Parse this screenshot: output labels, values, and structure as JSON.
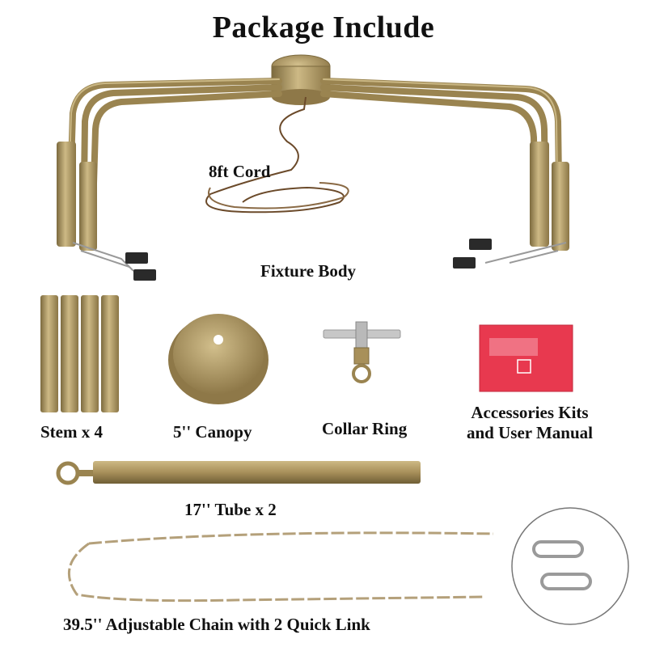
{
  "title": "Package Include",
  "labels": {
    "cord": "8ft Cord",
    "fixture_body": "Fixture Body",
    "stem": "Stem x 4",
    "canopy": "5'' Canopy",
    "collar_ring": "Collar Ring",
    "accessories_line1": "Accessories Kits",
    "accessories_line2": "and User Manual",
    "tube": "17'' Tube x 2",
    "chain": "39.5'' Adjustable Chain with 2 Quick Link"
  },
  "colors": {
    "brass": "#a8905a",
    "brass_dark": "#7c6a3e",
    "brass_light": "#cdb985",
    "socket": "#2a2a2a",
    "bag": "#e8394f"
  }
}
